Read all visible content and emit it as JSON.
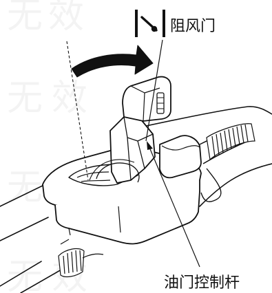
{
  "labels": {
    "choke": "阻风门",
    "throttle_lever": "油门控制杆"
  },
  "icons": {
    "choke_symbol": "choke-icon"
  },
  "watermark": {
    "text_1": "无",
    "text_2": "效"
  },
  "colors": {
    "line": "#111111",
    "fill": "#ffffff",
    "arrow": "#111111"
  }
}
